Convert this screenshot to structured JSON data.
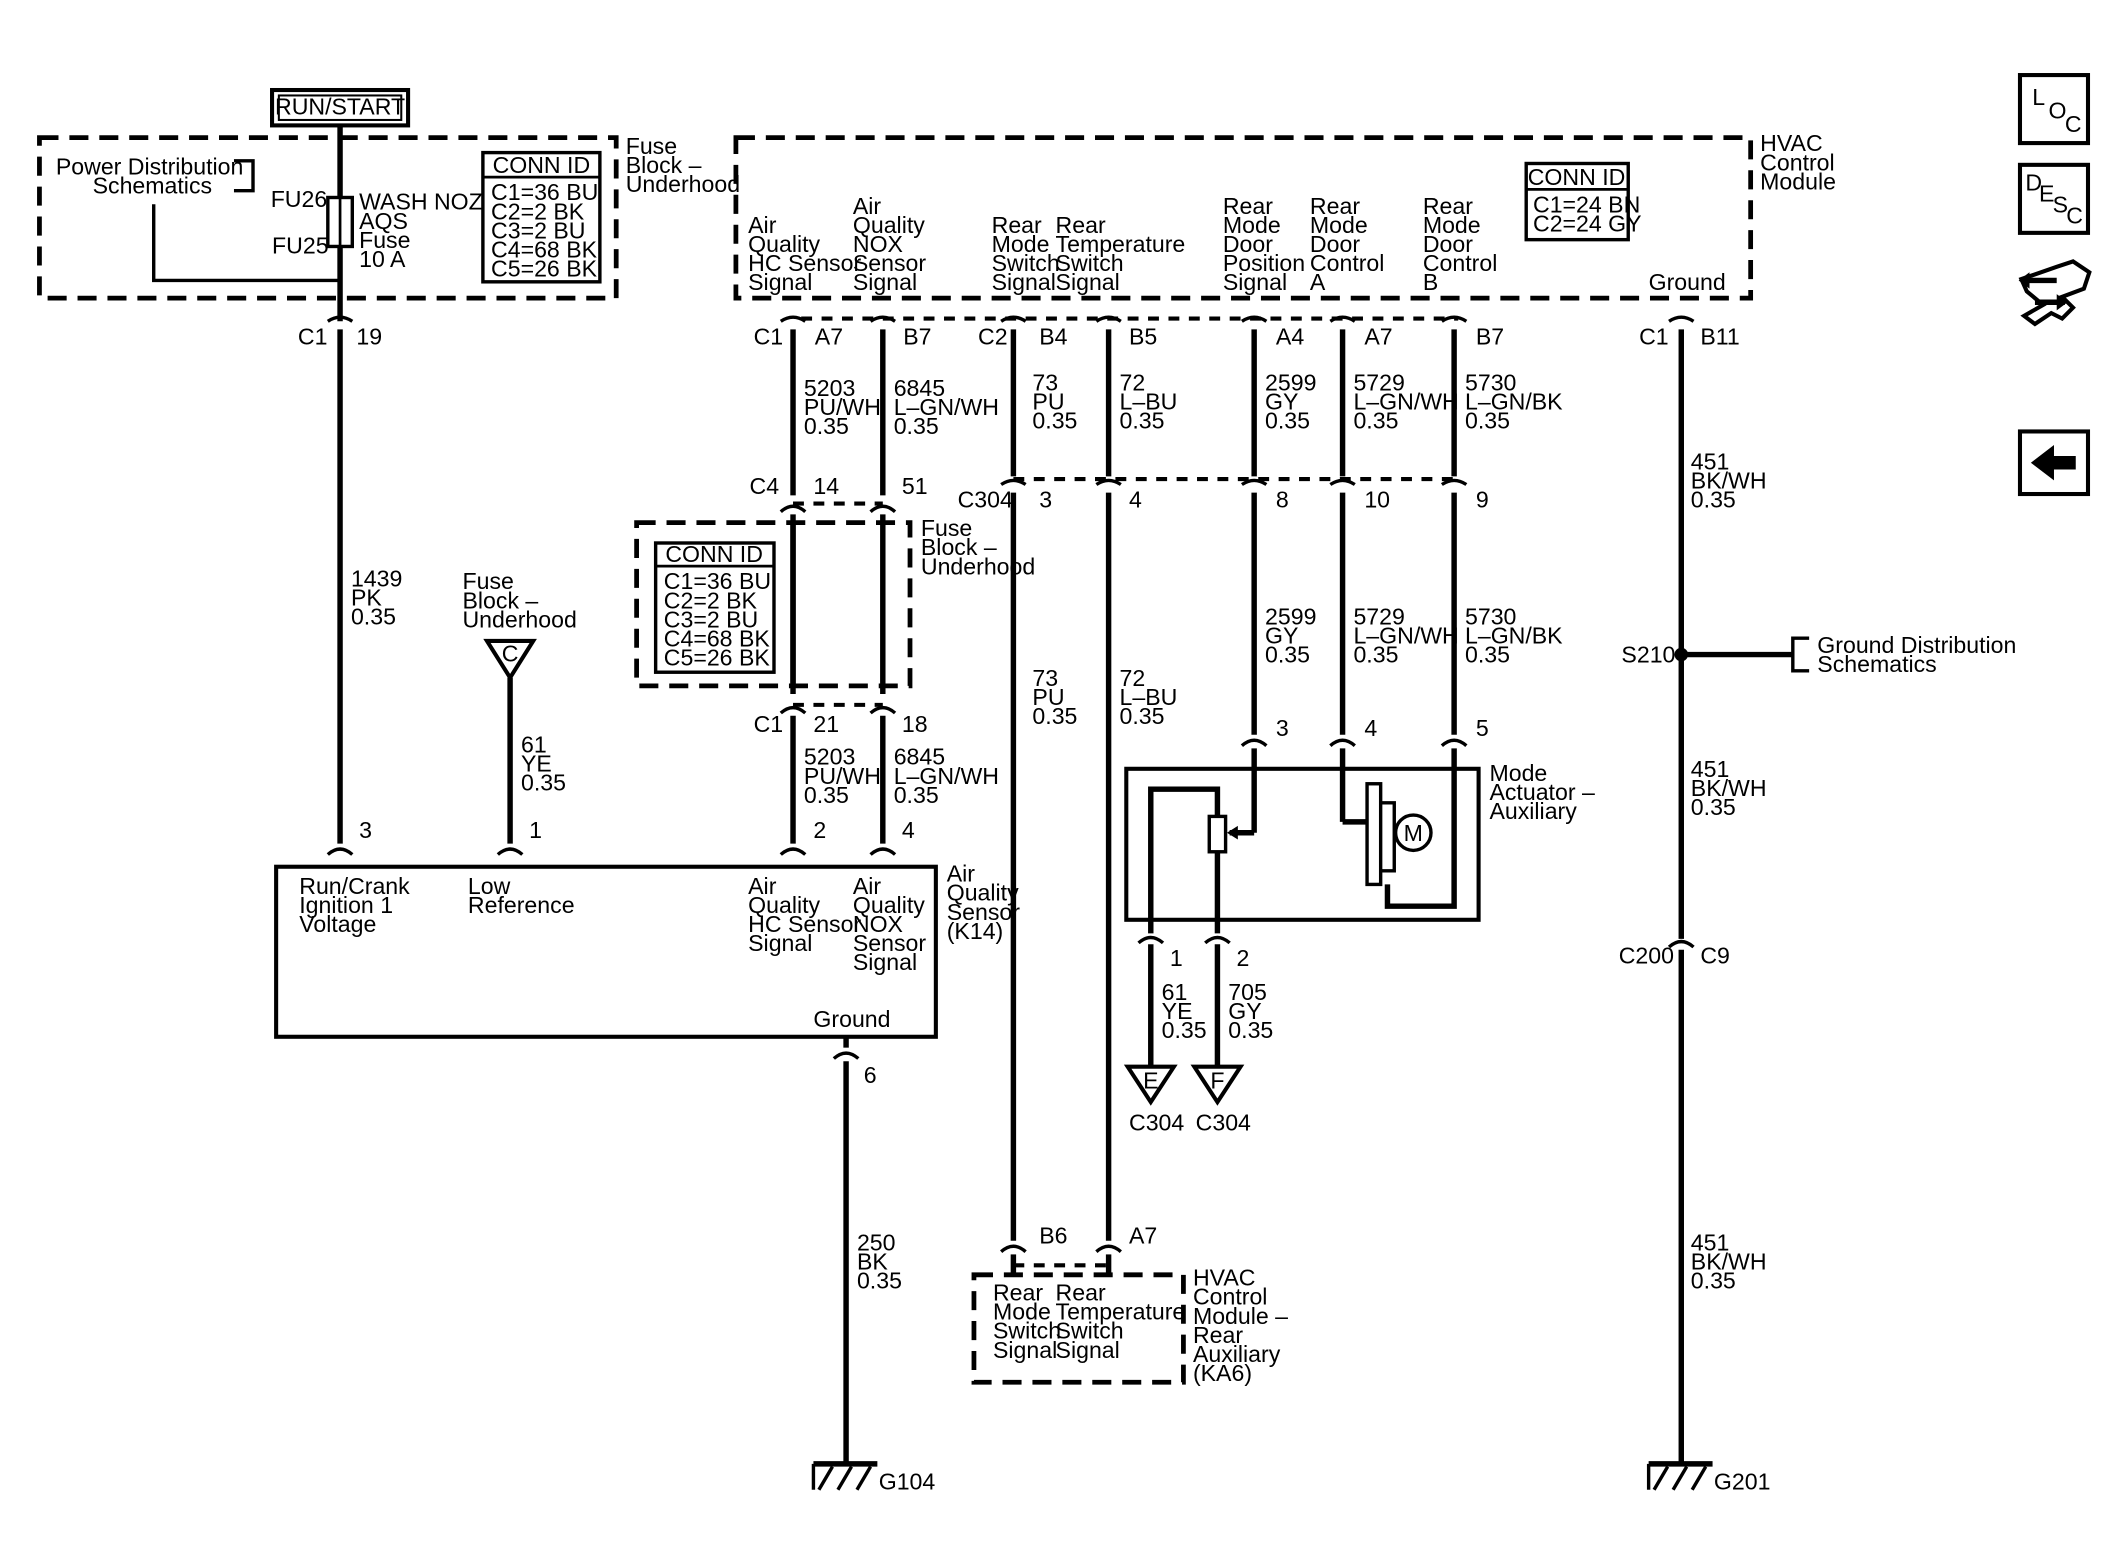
{
  "run_start": "RUN/START",
  "left_module": {
    "power_dist": [
      "Power Distribution",
      "Schematics"
    ],
    "fu26": "FU26",
    "fu25": "FU25",
    "fuse_label": [
      "WASH NOZ/",
      "AQS",
      "Fuse",
      "10 A"
    ],
    "title": [
      "Fuse",
      "Block –",
      "Underhood"
    ],
    "conn_id_title": "CONN ID",
    "conn_ids": [
      "C1=36 BU",
      "C2=2 BK",
      "C3=2 BU",
      "C4=68 BK",
      "C5=26 BK"
    ]
  },
  "hvac_module": {
    "title": [
      "HVAC",
      "Control",
      "Module"
    ],
    "conn_id_title": "CONN ID",
    "conn_ids": [
      "C1=24 BN",
      "C2=24 GY"
    ],
    "signals": [
      [
        "Air",
        "Quality",
        "HC Sensor",
        "Signal"
      ],
      [
        "Air",
        "Quality",
        "NOX",
        "Sensor",
        "Signal"
      ],
      [
        "Rear",
        "Mode",
        "Switch",
        "Signal"
      ],
      [
        "Rear",
        "Temperature",
        "Switch",
        "Signal"
      ],
      [
        "Rear",
        "Mode",
        "Door",
        "Position",
        "Signal"
      ],
      [
        "Rear",
        "Mode",
        "Door",
        "Control",
        "A"
      ],
      [
        "Rear",
        "Mode",
        "Door",
        "Control",
        "B"
      ]
    ],
    "ground": "Ground"
  },
  "connectors": {
    "c1_19": [
      "C1",
      "19"
    ],
    "c1_a7": [
      "C1",
      "A7"
    ],
    "b7": "B7",
    "c2_b4": [
      "C2",
      "B4"
    ],
    "b5": "B5",
    "a4": "A4",
    "a7": "A7",
    "b7b": "B7",
    "c1_b11": [
      "C1",
      "B11"
    ],
    "c4": [
      "C4",
      "14",
      "51"
    ],
    "c304": [
      "C304",
      "3",
      "4",
      "8",
      "10",
      "9"
    ],
    "c1_lower": [
      "C1",
      "21",
      "18"
    ],
    "aq_pins": [
      "3",
      "1",
      "2",
      "4"
    ],
    "gnd_pin": "6",
    "mode_pins_top": [
      "3",
      "4",
      "5"
    ],
    "mode_pins_bottom": [
      "1",
      "2"
    ],
    "rear_pins": [
      "B6",
      "A7"
    ],
    "c200": [
      "C200",
      "C9"
    ],
    "s210": "S210"
  },
  "wires": {
    "w1439": [
      "1439",
      "PK",
      "0.35"
    ],
    "w61a": [
      "61",
      "YE",
      "0.35"
    ],
    "w5203a": [
      "5203",
      "PU/WH",
      "0.35"
    ],
    "w6845a": [
      "6845",
      "L–GN/WH",
      "0.35"
    ],
    "w5203b": [
      "5203",
      "PU/WH",
      "0.35"
    ],
    "w6845b": [
      "6845",
      "L–GN/WH",
      "0.35"
    ],
    "w73a": [
      "73",
      "PU",
      "0.35"
    ],
    "w72a": [
      "72",
      "L–BU",
      "0.35"
    ],
    "w73b": [
      "73",
      "PU",
      "0.35"
    ],
    "w72b": [
      "72",
      "L–BU",
      "0.35"
    ],
    "w2599a": [
      "2599",
      "GY",
      "0.35"
    ],
    "w5729a": [
      "5729",
      "L–GN/WH",
      "0.35"
    ],
    "w5730a": [
      "5730",
      "L–GN/BK",
      "0.35"
    ],
    "w2599b": [
      "2599",
      "GY",
      "0.35"
    ],
    "w5729b": [
      "5729",
      "L–GN/WH",
      "0.35"
    ],
    "w5730b": [
      "5730",
      "L–GN/BK",
      "0.35"
    ],
    "w61b": [
      "61",
      "YE",
      "0.35"
    ],
    "w705": [
      "705",
      "GY",
      "0.35"
    ],
    "w250": [
      "250",
      "BK",
      "0.35"
    ],
    "w451a": [
      "451",
      "BK/WH",
      "0.35"
    ],
    "w451b": [
      "451",
      "BK/WH",
      "0.35"
    ],
    "w451c": [
      "451",
      "BK/WH",
      "0.35"
    ]
  },
  "fuse_block_mid": {
    "title": [
      "Fuse",
      "Block –",
      "Underhood"
    ],
    "conn_id_title": "CONN ID",
    "conn_ids": [
      "C1=36 BU",
      "C2=2 BK",
      "C3=2 BU",
      "C4=68 BK",
      "C5=26 BK"
    ]
  },
  "fuse_ref_c": {
    "label": [
      "Fuse",
      "Block –",
      "Underhood"
    ],
    "letter": "C"
  },
  "aq_sensor": {
    "title": [
      "Air",
      "Quality",
      "Sensor",
      "(K14)"
    ],
    "pins": [
      [
        "Run/Crank",
        "Ignition 1",
        "Voltage"
      ],
      [
        "Low",
        "Reference"
      ],
      [
        "Air",
        "Quality",
        "HC Sensor",
        "Signal"
      ],
      [
        "Air",
        "Quality",
        "NOX",
        "Sensor",
        "Signal"
      ]
    ],
    "ground": "Ground"
  },
  "mode_actuator": {
    "title": [
      "Mode",
      "Actuator –",
      "Auxiliary"
    ],
    "motor": "M"
  },
  "refs": {
    "e": [
      "E",
      "C304"
    ],
    "f": [
      "F",
      "C304"
    ]
  },
  "rear_module": {
    "title": [
      "HVAC",
      "Control",
      "Module –",
      "Rear",
      "Auxiliary",
      "(KA6)"
    ],
    "sig1": [
      "Rear",
      "Mode",
      "Switch",
      "Signal"
    ],
    "sig2": [
      "Rear",
      "Temperature",
      "Switch",
      "Signal"
    ]
  },
  "ground_dist": [
    "Ground Distribution",
    "Schematics"
  ],
  "grounds": [
    "G104",
    "G201"
  ],
  "nav": {
    "loc": [
      "L",
      "O",
      "C"
    ],
    "desc": [
      "D",
      "E",
      "S",
      "C"
    ]
  }
}
